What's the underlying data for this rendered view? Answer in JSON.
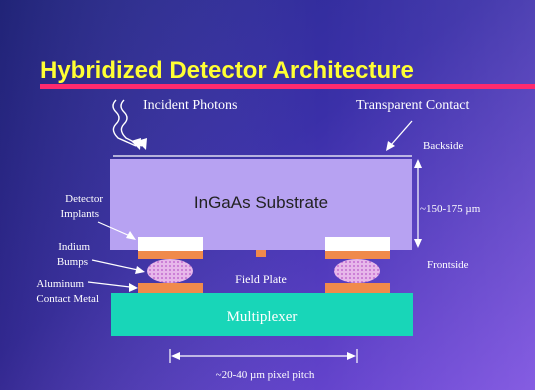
{
  "title": "Hybridized Detector Architecture",
  "labels": {
    "incident_photons": "Incident Photons",
    "transparent_contact": "Transparent Contact",
    "backside": "Backside",
    "substrate": "InGaAs Substrate",
    "thickness": "~150-175 µm",
    "frontside": "Frontside",
    "detector_implants_1": "Detector",
    "detector_implants_2": "Implants",
    "indium_bumps_1": "Indium",
    "indium_bumps_2": "Bumps",
    "aluminum_contact_1": "Aluminum",
    "aluminum_contact_2": "Contact Metal",
    "field_plate": "Field Plate",
    "multiplexer": "Multiplexer",
    "pixel_pitch": "~20-40 µm pixel pitch"
  },
  "colors": {
    "title": "#ffff33",
    "underline": "#ff2a6e",
    "substrate": "#b7a2f2",
    "implant": "#ffffff",
    "orange": "#f08a4b",
    "bump": "#e6b8e8",
    "multiplexer": "#18d6b8",
    "text": "#ffffff"
  }
}
